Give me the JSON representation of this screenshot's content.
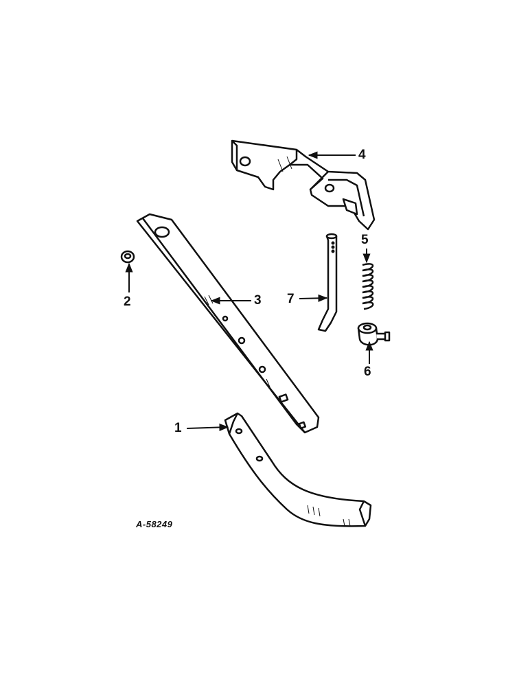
{
  "diagram": {
    "drawing_number": "A-58249",
    "callouts": [
      {
        "id": "1",
        "label": "1"
      },
      {
        "id": "2",
        "label": "2"
      },
      {
        "id": "3",
        "label": "3"
      },
      {
        "id": "4",
        "label": "4"
      },
      {
        "id": "5",
        "label": "5"
      },
      {
        "id": "6",
        "label": "6"
      },
      {
        "id": "7",
        "label": "7"
      }
    ]
  }
}
